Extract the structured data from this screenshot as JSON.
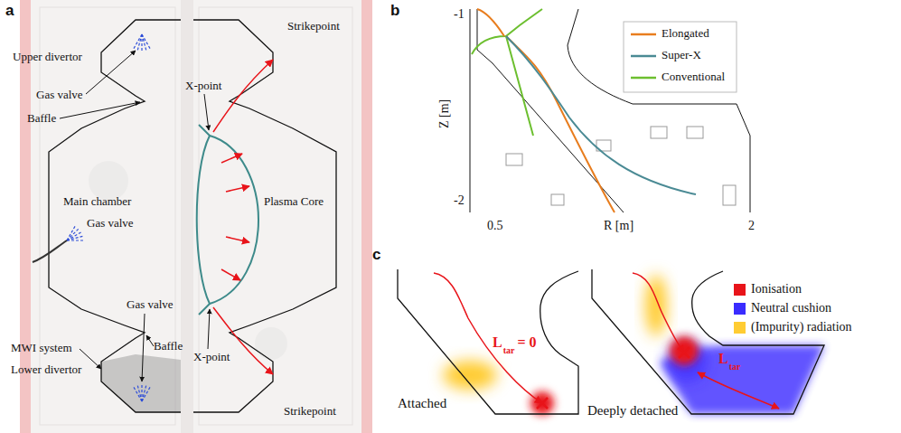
{
  "diagram": {
    "labels": [
      "a",
      "Upper divertor",
      "Gas valve",
      "Baffle",
      "Strikepoint",
      "X-point",
      "Main chamber",
      "Plasma Core",
      "Gas valve",
      "X-point",
      "Gas valve",
      "MWI system",
      "Baffle",
      "Lower divertor",
      "Strikepoint",
      "b",
      "-1",
      "-2",
      "Z [m]",
      "0.5",
      "R [m]",
      "2",
      "c",
      "L",
      "tar",
      "= 0",
      "Attached",
      "L",
      "tar",
      "Deeply detached"
    ],
    "legend": [
      {
        "text": "Elongated"
      },
      {
        "text": "Super-X"
      },
      {
        "text": "Conventional"
      },
      {
        "text": "Ionisation",
        "color": "#e8141a"
      },
      {
        "text": "Neutral cushion",
        "color": "#3a2cff"
      },
      {
        "text": "(Impurity) radiation",
        "color": "#ffcc33"
      }
    ]
  }
}
